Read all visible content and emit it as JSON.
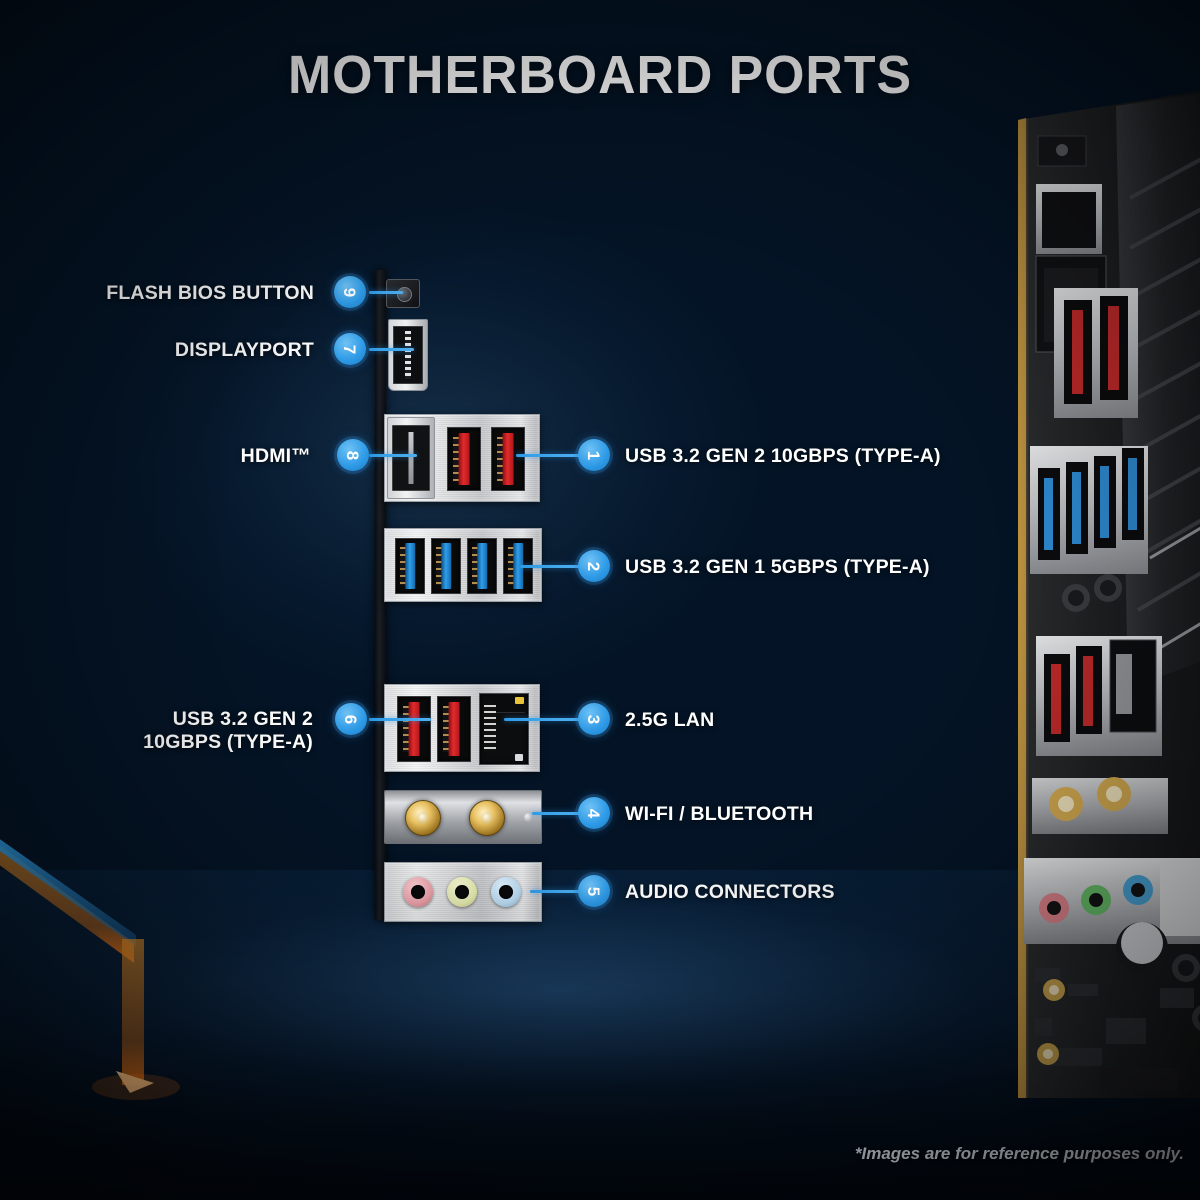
{
  "header": {
    "title": "MOTHERBOARD PORTS"
  },
  "footer": {
    "note": "*Images are for reference purposes only."
  },
  "callouts": {
    "left": [
      {
        "id": "flash-bios-button",
        "number": "9",
        "label": "FLASH BIOS BUTTON"
      },
      {
        "id": "displayport",
        "number": "7",
        "label": "DISPLAYPORT"
      },
      {
        "id": "hdmi",
        "number": "8",
        "label": "HDMI™"
      },
      {
        "id": "usb32gen2-bottom",
        "number": "6",
        "label_line1": "USB 3.2 GEN 2",
        "label_line2": "10GBPS (TYPE-A)"
      }
    ],
    "right": [
      {
        "id": "usb32gen2-top",
        "number": "1",
        "label": "USB 3.2 GEN 2 10GBPS (TYPE-A)"
      },
      {
        "id": "usb32gen1",
        "number": "2",
        "label": "USB 3.2 GEN 1 5GBPS (TYPE-A)"
      },
      {
        "id": "lan",
        "number": "3",
        "label": "2.5G LAN"
      },
      {
        "id": "wifi-bluetooth",
        "number": "4",
        "label": "WI-FI / BLUETOOTH"
      },
      {
        "id": "audio",
        "number": "5",
        "label": "AUDIO CONNECTORS"
      }
    ]
  },
  "colors": {
    "badge": "#2e9ae6",
    "lead_line": "#2e9ae6",
    "text": "#ffffff",
    "usb_gen2_red": "#e22b2b",
    "usb_gen1_blue": "#2f9fe8",
    "audio_pink": "#f0aab0",
    "audio_green": "#e7ecb4",
    "audio_blue": "#bcd9ef",
    "antenna_gold": "#e8c161",
    "background_deep": "#041426"
  }
}
